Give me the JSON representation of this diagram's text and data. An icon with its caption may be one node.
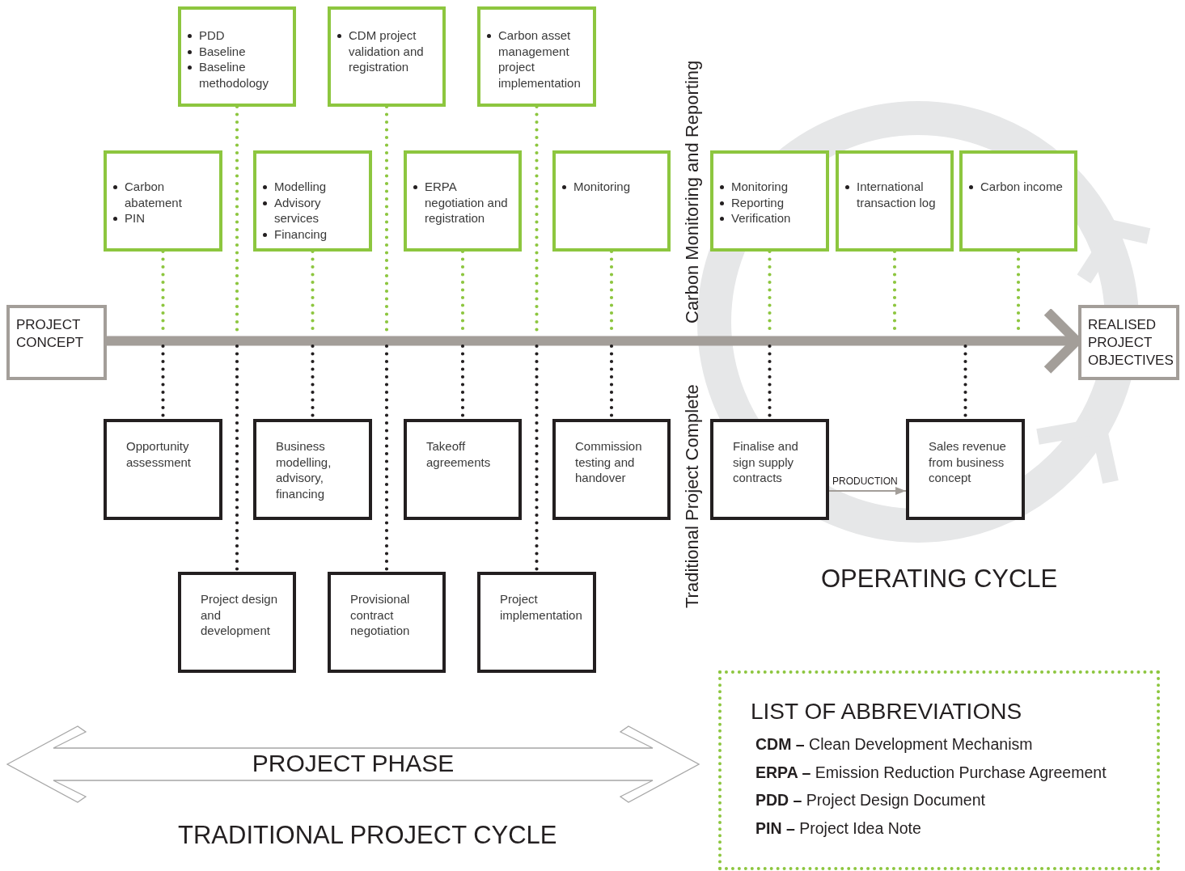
{
  "diagram": {
    "nodes": [
      {
        "text": [
          "PROJECT CONCEPT"
        ]
      },
      {
        "text": [
          "REALISED PROJECT OBJECTIVES"
        ]
      },
      {
        "text": [
          "PDD",
          "Baseline",
          "Baseline methodology"
        ]
      },
      {
        "text": [
          "CDM project validation and registration"
        ]
      },
      {
        "text": [
          "Carbon asset management project implementation"
        ]
      },
      {
        "text": [
          "Carbon abatement",
          "PIN"
        ]
      },
      {
        "text": [
          "Modelling",
          "Advisory services",
          "Financing"
        ]
      },
      {
        "text": [
          "ERPA negotiation and registration"
        ]
      },
      {
        "text": [
          "Monitoring"
        ]
      },
      {
        "text": [
          "Monitoring",
          "Reporting",
          "Verification"
        ]
      },
      {
        "text": [
          "International transaction log"
        ]
      },
      {
        "text": [
          "Carbon income"
        ]
      },
      {
        "text": [
          "Opportunity assessment"
        ]
      },
      {
        "text": [
          "Business modelling, advisory, financing"
        ]
      },
      {
        "text": [
          "Takeoff agreements"
        ]
      },
      {
        "text": [
          "Commission testing and handover"
        ]
      },
      {
        "text": [
          "Finalise and sign supply contracts"
        ]
      },
      {
        "text": [
          "Sales revenue from business concept"
        ]
      },
      {
        "text": [
          "Project design and development"
        ]
      },
      {
        "text": [
          "Provisional contract negotiation"
        ]
      },
      {
        "text": [
          "Project implementation"
        ]
      },
      {
        "text": [
          "PROJECT PHASE"
        ]
      },
      {
        "text": [
          "LIST OF ABBREVIATIONS",
          "**CDM –** Clean Development Mechanism",
          "**ERPA –** Emission Reduction Purchase Agreement",
          "**PDD –** Project Design Document",
          "**PIN –** Project Idea Note"
        ]
      }
    ],
    "edges": [
      {
        "from": 0,
        "to": 1,
        "arrow": "to",
        "style": "thick",
        "color": "#a39e99"
      },
      {
        "from": 2,
        "to": null,
        "arrow": "none",
        "style": "dashed",
        "color": "#8dc63f"
      },
      {
        "from": 3,
        "to": null,
        "arrow": "none",
        "style": "dashed",
        "color": "#8dc63f"
      },
      {
        "from": 4,
        "to": null,
        "arrow": "none",
        "style": "dashed",
        "color": "#8dc63f"
      },
      {
        "from": 5,
        "to": null,
        "arrow": "none",
        "style": "dashed",
        "color": "#8dc63f"
      },
      {
        "from": 6,
        "to": null,
        "arrow": "none",
        "style": "dashed",
        "color": "#8dc63f"
      },
      {
        "from": 7,
        "to": null,
        "arrow": "none",
        "style": "dashed",
        "color": "#8dc63f"
      },
      {
        "from": 8,
        "to": null,
        "arrow": "none",
        "style": "dashed",
        "color": "#8dc63f"
      },
      {
        "from": 9,
        "to": null,
        "arrow": "none",
        "style": "dashed",
        "color": "#8dc63f"
      },
      {
        "from": 10,
        "to": null,
        "arrow": "none",
        "style": "dashed",
        "color": "#8dc63f"
      },
      {
        "from": 11,
        "to": null,
        "arrow": "none",
        "style": "dashed",
        "color": "#8dc63f"
      },
      {
        "from": null,
        "to": 12,
        "arrow": "none",
        "style": "dashed",
        "color": "#231f20"
      },
      {
        "from": null,
        "to": 18,
        "arrow": "none",
        "style": "dashed",
        "color": "#231f20"
      },
      {
        "from": null,
        "to": 13,
        "arrow": "none",
        "style": "dashed",
        "color": "#231f20"
      },
      {
        "from": null,
        "to": 19,
        "arrow": "none",
        "style": "dashed",
        "color": "#231f20"
      },
      {
        "from": null,
        "to": 14,
        "arrow": "none",
        "style": "dashed",
        "color": "#231f20"
      },
      {
        "from": null,
        "to": 20,
        "arrow": "none",
        "style": "dashed",
        "color": "#231f20"
      },
      {
        "from": null,
        "to": 15,
        "arrow": "none",
        "style": "dashed",
        "color": "#231f20"
      },
      {
        "from": null,
        "to": 16,
        "arrow": "none",
        "style": "dashed",
        "color": "#231f20"
      },
      {
        "from": null,
        "to": 17,
        "arrow": "none",
        "style": "dashed",
        "color": "#231f20"
      },
      {
        "from": 16,
        "to": 17,
        "arrow": "to",
        "label": "PRODUCTION",
        "color": "#a39e99"
      }
    ],
    "labels": [
      "Carbon Monitoring and Reporting",
      "Traditional Project Complete",
      "OPERATING CYCLE",
      "TRADITIONAL PROJECT CYCLE"
    ]
  }
}
